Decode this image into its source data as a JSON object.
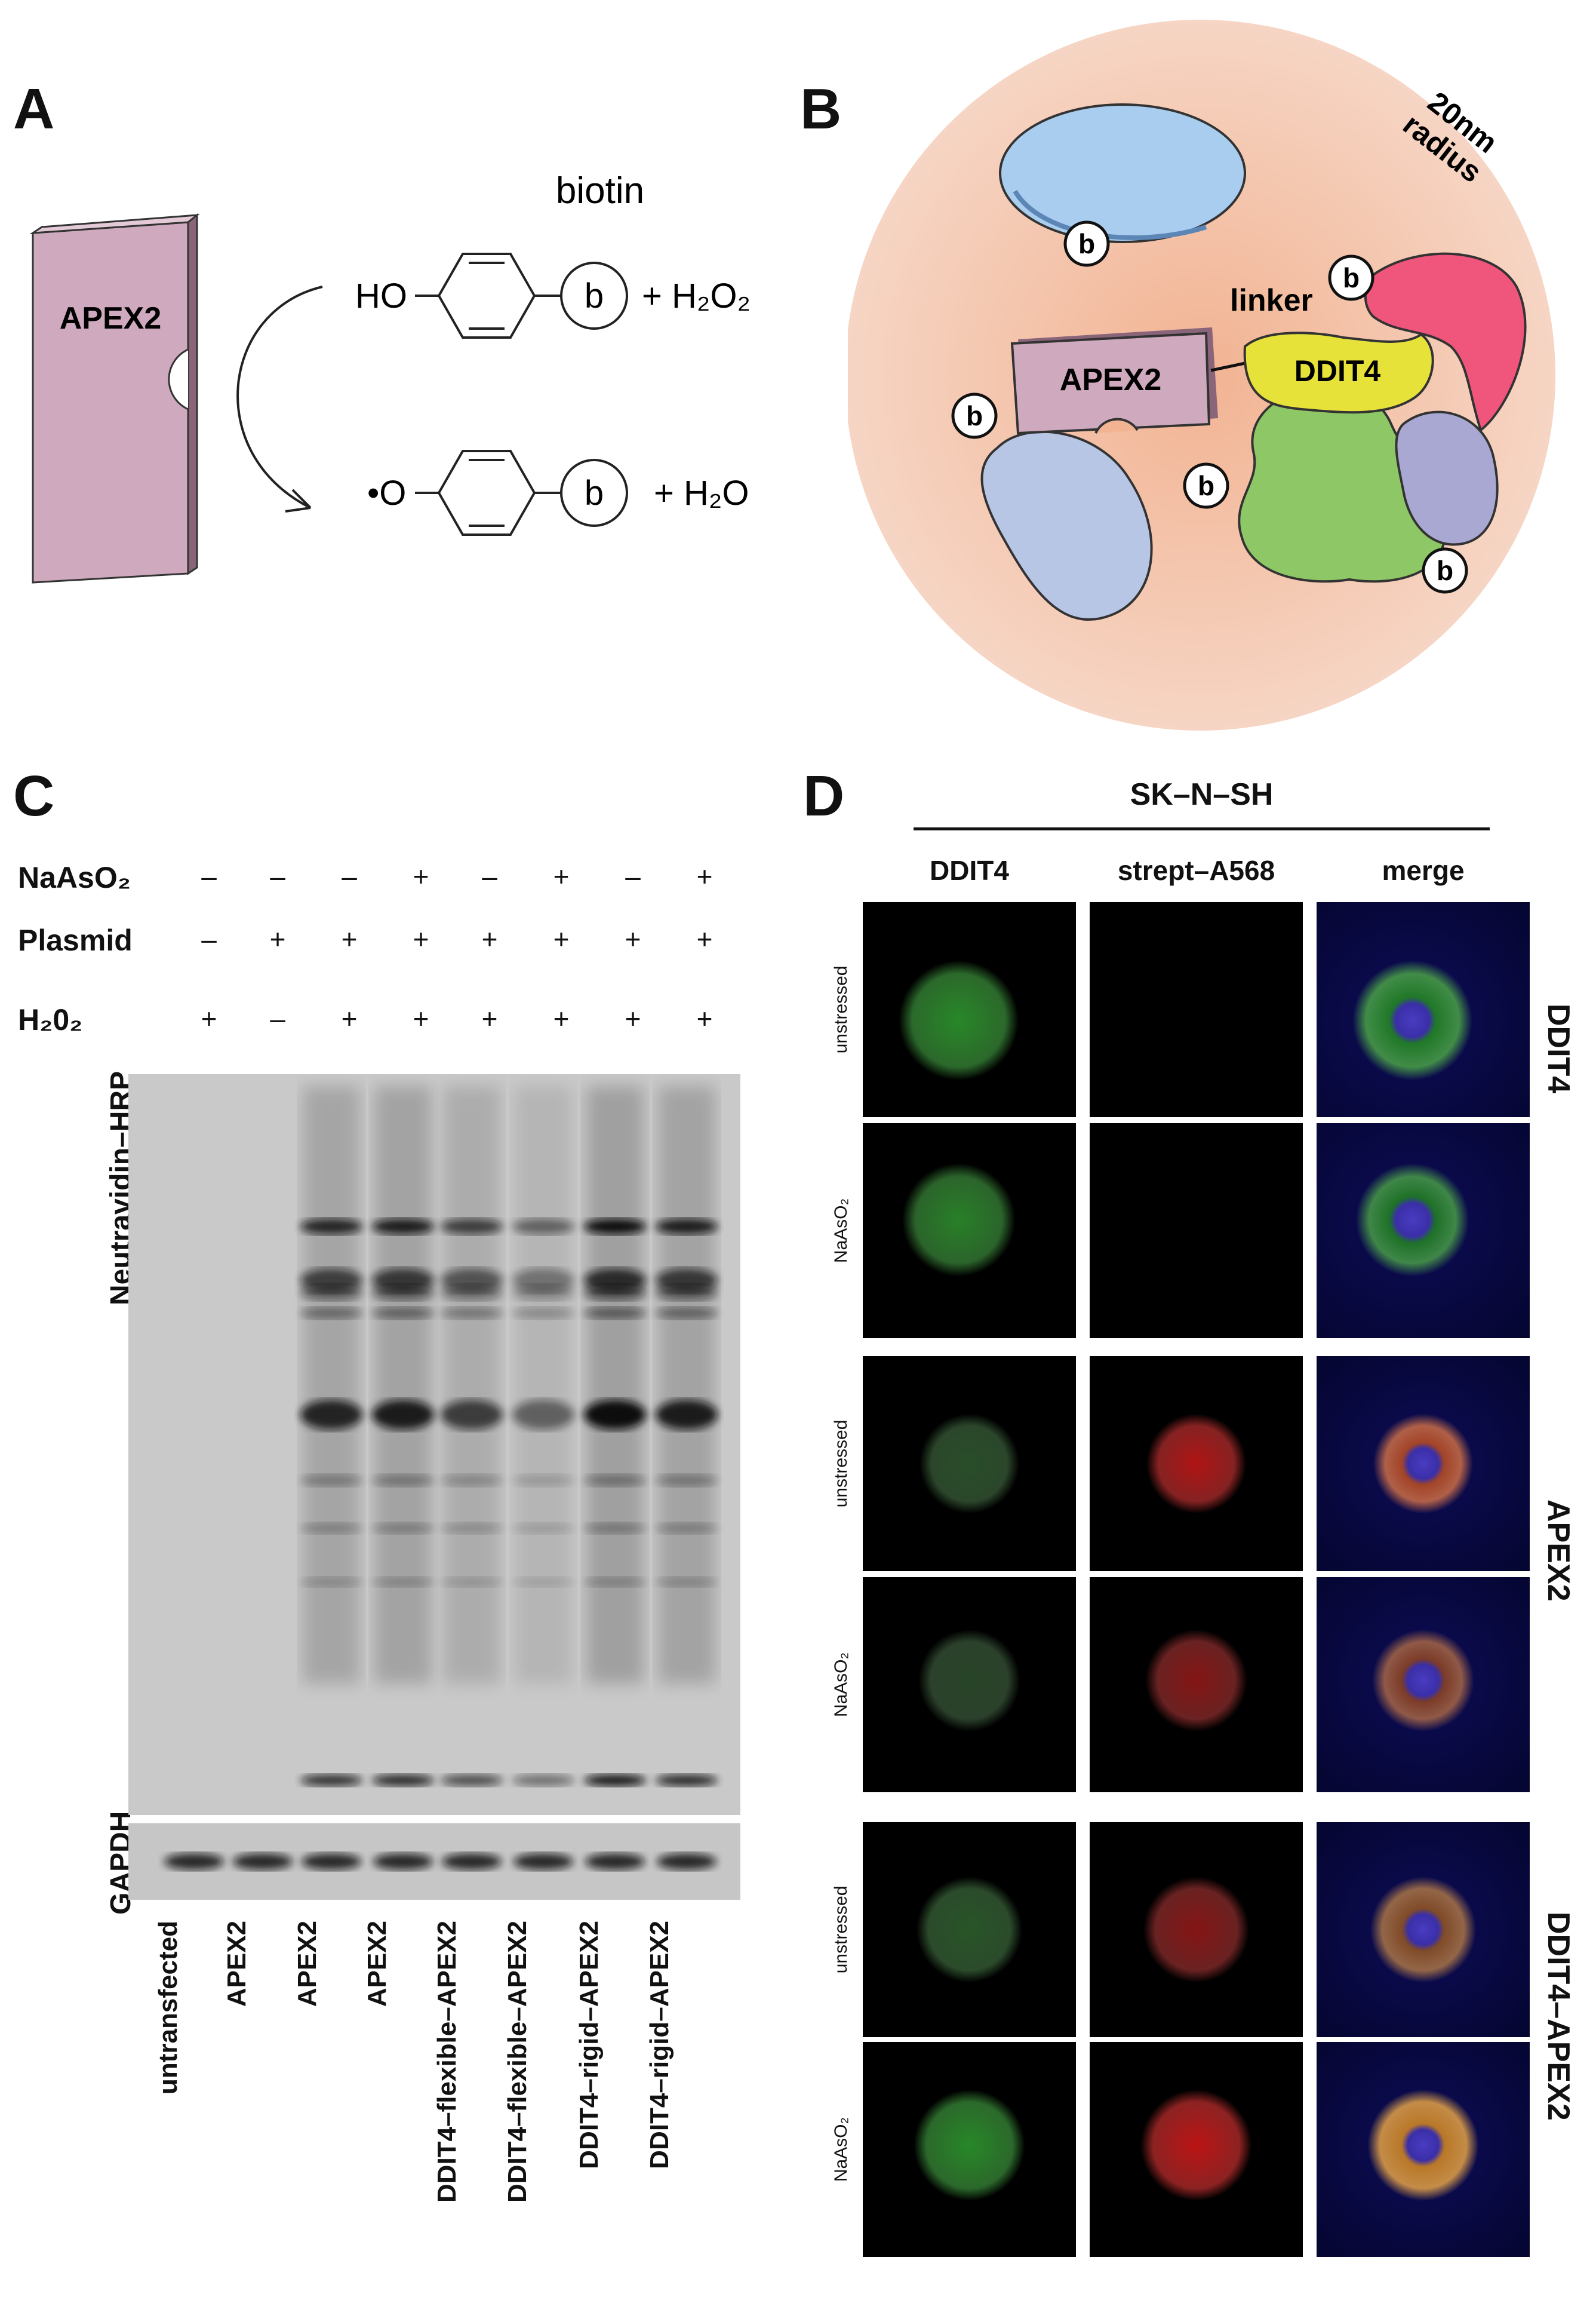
{
  "panel_a": {
    "letter": "A",
    "enzyme": "APEX2",
    "biotin_label": "biotin",
    "substrate_left": "HO",
    "product_left": "•O",
    "biotin_symbol": "b",
    "plus_h2o2": "+ H₂O₂",
    "plus_h2o": "+ H₂O",
    "enzyme_color": "#cfa9bd"
  },
  "panel_b": {
    "letter": "B",
    "radius_label": "20nm\nradius",
    "radius_line1": "20nm",
    "radius_line2": "radius",
    "linker_label": "linker",
    "apex2_label": "APEX2",
    "ddit4_label": "DDIT4",
    "biotin_symbol": "b",
    "sphere_color": "#f3c8b0",
    "ddit4_color": "#e6e23a",
    "proteins": [
      {
        "name": "blue",
        "color": "#a8cdee"
      },
      {
        "name": "lavender",
        "color": "#b8c6e6"
      },
      {
        "name": "red",
        "color": "#f0557b"
      },
      {
        "name": "green",
        "color": "#8ec765"
      },
      {
        "name": "grey-purple",
        "color": "#a9a8d2"
      }
    ]
  },
  "panel_c": {
    "letter": "C",
    "conditions": [
      {
        "label": "NaAsO₂",
        "signs": [
          "–",
          "–",
          "–",
          "+",
          "–",
          "+",
          "–",
          "+"
        ]
      },
      {
        "label": "Plasmid",
        "signs": [
          "–",
          "+",
          "+",
          "+",
          "+",
          "+",
          "+",
          "+"
        ]
      },
      {
        "label": "H₂0₂",
        "signs": [
          "+",
          "–",
          "+",
          "+",
          "+",
          "+",
          "+",
          "+"
        ]
      }
    ],
    "blot_label": "Neutravidin–HRP",
    "loading_label": "GAPDH",
    "lanes": [
      "untransfected",
      "APEX2",
      "APEX2",
      "APEX2",
      "DDIT4–flexible–APEX2",
      "DDIT4–flexible–APEX2",
      "DDIT4–rigid–APEX2",
      "DDIT4–rigid–APEX2"
    ],
    "lane_intensity": [
      0,
      0,
      0.85,
      0.9,
      0.7,
      0.5,
      1.0,
      0.9
    ]
  },
  "panel_d": {
    "letter": "D",
    "cell_line": "SK–N–SH",
    "columns": [
      "DDIT4",
      "strept–A568",
      "merge"
    ],
    "row_labels": [
      "unstressed",
      "NaAsO₂",
      "unstressed",
      "NaAsO₂",
      "unstressed",
      "NaAsO₂"
    ],
    "groups": [
      "DDIT4",
      "APEX2",
      "DDIT4–APEX2"
    ]
  }
}
